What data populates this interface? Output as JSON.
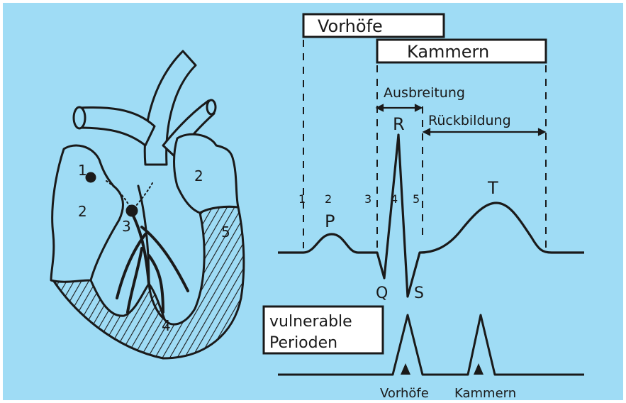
{
  "colors": {
    "background": "#9fdcf5",
    "ink": "#1a1a1a",
    "frame": "#ffffff"
  },
  "heart": {
    "region_labels": [
      "1",
      "2",
      "2",
      "3",
      "4",
      "5"
    ]
  },
  "ecg": {
    "phase_boxes": {
      "atria": "Vorhöfe",
      "ventricles": "Kammern"
    },
    "brackets": {
      "spread": "Ausbreitung",
      "recovery": "Rückbildung"
    },
    "waves": {
      "p": "P",
      "q": "Q",
      "r": "R",
      "s": "S",
      "t": "T"
    },
    "phase_numbers": [
      "1",
      "2",
      "3",
      "4",
      "5"
    ]
  },
  "vulnerable": {
    "title_line1": "vulnerable",
    "title_line2": "Perioden",
    "atria_label": "Vorhöfe",
    "ventricles_label": "Kammern"
  }
}
